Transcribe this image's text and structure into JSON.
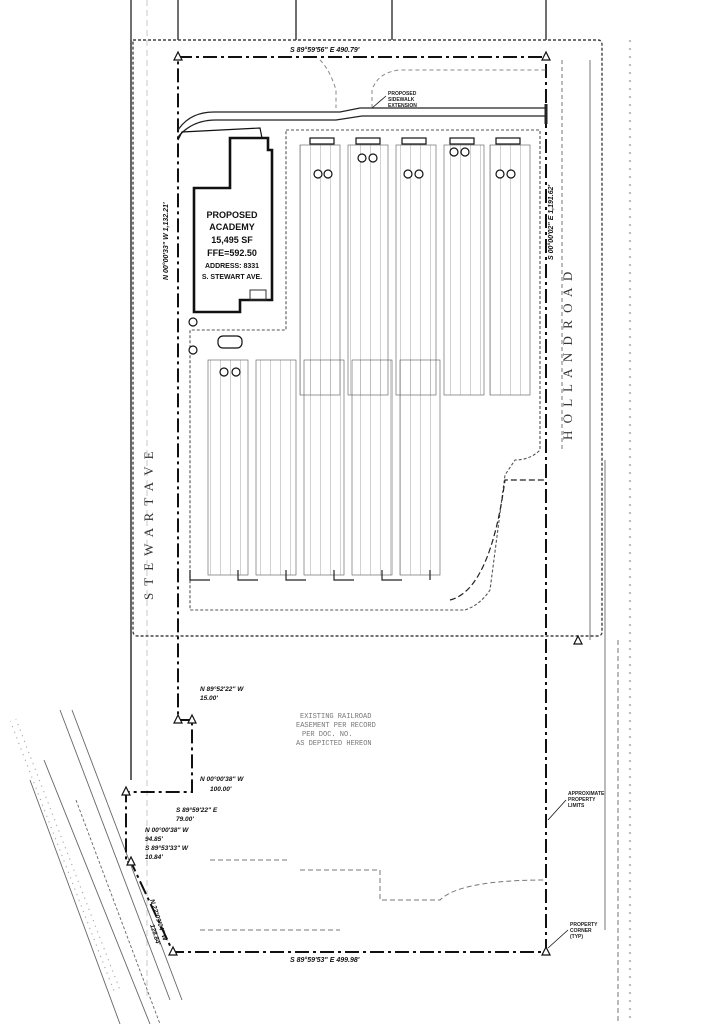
{
  "building": {
    "line1": "PROPOSED",
    "line2": "ACADEMY",
    "line3": "15,495 SF",
    "line4": "FFE=592.50",
    "line5": "ADDRESS: 8331",
    "line6": "S. STEWART AVE."
  },
  "bearings": {
    "top": "S 89°59'56\" E  490.79'",
    "bottom": "S 89°59'53\" E  499.98'",
    "right": "S 00°00'02\" E 1,191.62'",
    "left": "N 00°00'33\" W 1,132.21'",
    "jog1": "N 89°52'22\" W",
    "jog1_len": "15.00'",
    "jog2": "N 00°00'38\" W",
    "jog2_len": "100.00'",
    "jog3": "S 89°59'22\" E",
    "jog3_len": "79.00'",
    "jog4": "N 00°00'38\" W",
    "jog4_len": "94.85'",
    "jog5": "S 89°53'33\" W",
    "jog5_len": "10.84'",
    "diag": "N 22°09'04\" W",
    "diag_len": "128.84'"
  },
  "notes": {
    "sidewalk1": "PROPOSED",
    "sidewalk2": "SIDEWALK",
    "sidewalk3": "EXTENSION",
    "prop1": "APPROXIMATE",
    "prop2": "PROPERTY",
    "prop3": "LIMITS",
    "corner1": "PROPERTY",
    "corner2": "CORNER",
    "corner3": "(TYP)"
  },
  "roads": {
    "west": "S T E W A R T   A V E",
    "east": "H O L L A N D   R O A D"
  },
  "easement": {
    "l1": "EXISTING RAILROAD",
    "l2": "EASEMENT PER RECORD",
    "l3": "PER DOC. NO.",
    "l4": "AS DEPICTED HEREON"
  },
  "colors": {
    "ink": "#111111",
    "faint": "#9a9a9a",
    "paper": "#ffffff"
  }
}
